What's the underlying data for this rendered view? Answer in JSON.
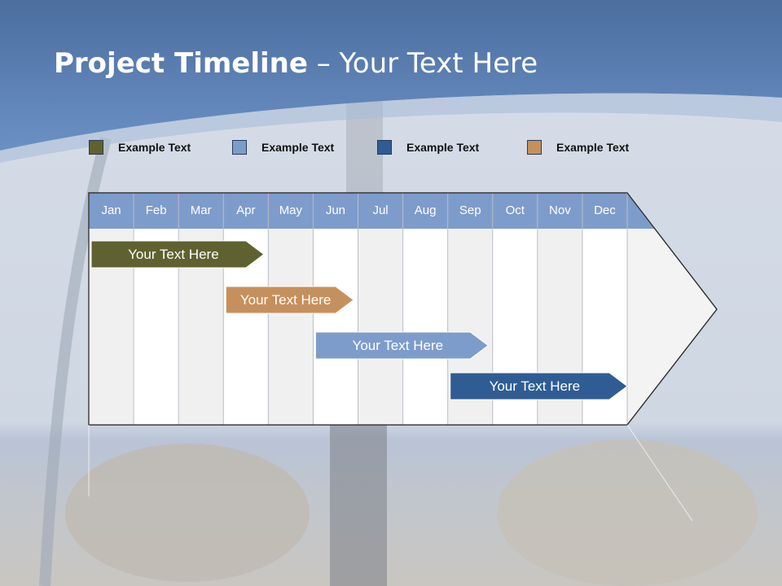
{
  "title": {
    "bold": "Project Timeline",
    "rest": " – Your Text Here"
  },
  "legend": [
    {
      "label": "Example Text",
      "color": "#5f6130"
    },
    {
      "label": "Example Text",
      "color": "#7e9ccb"
    },
    {
      "label": "Example Text",
      "color": "#2f5d93"
    },
    {
      "label": "Example Text",
      "color": "#c6905c"
    }
  ],
  "months": [
    "Jan",
    "Feb",
    "Mar",
    "Apr",
    "May",
    "Jun",
    "Jul",
    "Aug",
    "Sep",
    "Oct",
    "Nov",
    "Dec"
  ],
  "tasks": [
    {
      "label": "Your  Text Here",
      "start": 0,
      "end": 3.9,
      "color": "#5f6130"
    },
    {
      "label": "Your  Text Here",
      "start": 3.0,
      "end": 5.9,
      "color": "#c6905c"
    },
    {
      "label": "Your  Text Here",
      "start": 5.0,
      "end": 8.9,
      "color": "#7e9ccb"
    },
    {
      "label": "Your  Text Here",
      "start": 8.0,
      "end": 12.0,
      "color": "#2f5d93"
    }
  ],
  "colors": {
    "header": "#7e9ccb",
    "sky": "#5b80b5",
    "gridline": "#b9bec7"
  }
}
